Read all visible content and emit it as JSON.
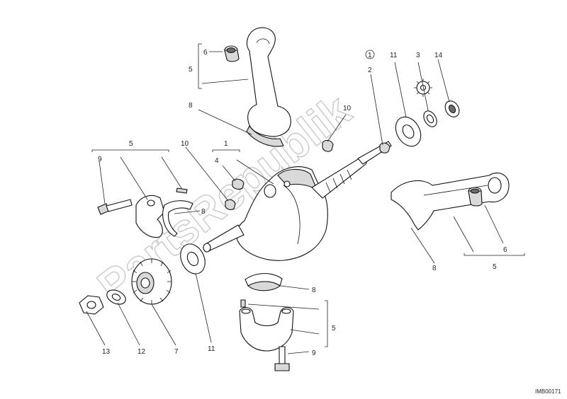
{
  "watermark": "PartsRepublik",
  "reference_code": "IMB00171",
  "callouts": {
    "rod_top_group": "5",
    "rod_top_bush": "6",
    "rod_top_bearing": "8",
    "circled_1": "1",
    "right_2": "2",
    "right_11": "11",
    "right_3": "3",
    "right_14": "14",
    "center_10": "10",
    "left_group": "5",
    "left_9": "9",
    "left_10": "10",
    "left_1": "1",
    "left_4": "4",
    "left_8": "8",
    "rod_right_6": "6",
    "rod_right_8": "8",
    "rod_right_group": "5",
    "cap_bottom_8": "8",
    "cap_bottom_group": "5",
    "cap_bottom_9": "9",
    "bottom_13": "13",
    "bottom_12": "12",
    "bottom_7": "7",
    "bottom_11": "11"
  },
  "icons": {
    "gear_symbol": "gear-icon"
  }
}
